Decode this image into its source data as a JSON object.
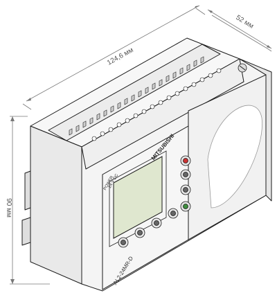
{
  "dimensions": {
    "width": "124,6 мм",
    "depth": "52 мм",
    "height": "90 мм"
  },
  "device": {
    "brand": "MITSUBISHI",
    "model": "AL2-24MR-D",
    "power_line1": "POWER",
    "power_line2": "24 V DC"
  },
  "colors": {
    "body": "#f4f4f4",
    "outline": "#1a1a1a",
    "lcd": "#dfe7cf",
    "terminal": "#cfcfcf",
    "red_button": "#cc3333",
    "green_button": "#3f8f3f",
    "dim_line": "#777777"
  }
}
